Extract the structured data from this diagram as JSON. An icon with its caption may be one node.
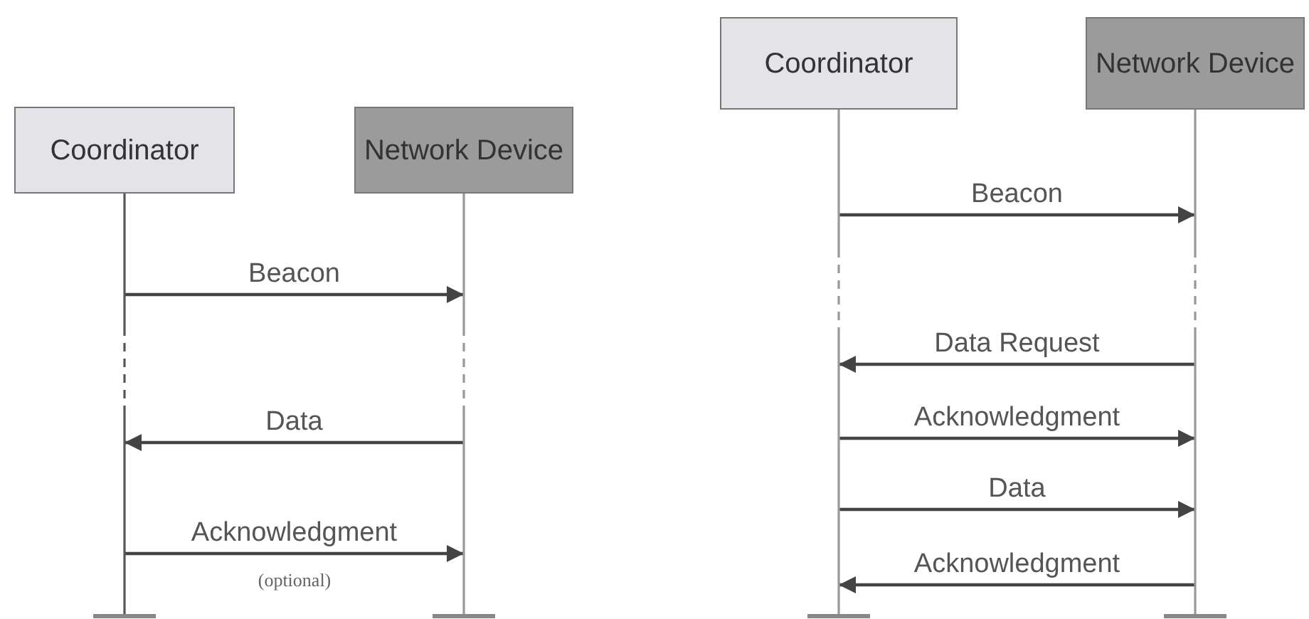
{
  "diagram": {
    "nodes": [
      {
        "text": [
          "Coordinator"
        ]
      },
      {
        "text": [
          "Network Device"
        ]
      },
      {
        "text": [
          "Coordinator"
        ]
      },
      {
        "text": [
          "Network Device"
        ]
      }
    ],
    "edges": [
      {
        "from": 0,
        "to": 1,
        "arrow": "to",
        "label": "Beacon"
      },
      {
        "from": 1,
        "to": 0,
        "arrow": "to",
        "label": "Data"
      },
      {
        "from": 0,
        "to": 1,
        "arrow": "to",
        "label": "Acknowledgment"
      },
      {
        "from": 2,
        "to": 3,
        "arrow": "to",
        "label": "Beacon"
      },
      {
        "from": 3,
        "to": 2,
        "arrow": "to",
        "label": "Data Request"
      },
      {
        "from": 2,
        "to": 3,
        "arrow": "to",
        "label": "Acknowledgment"
      },
      {
        "from": 2,
        "to": 3,
        "arrow": "to",
        "label": "Data"
      },
      {
        "from": 3,
        "to": 2,
        "arrow": "to",
        "label": "Acknowledgment"
      }
    ],
    "labels": [
      "(optional)"
    ]
  }
}
